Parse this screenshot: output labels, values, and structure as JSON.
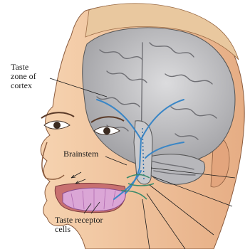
{
  "labels": {
    "taste_zone": [
      "Taste",
      "zone of",
      "cortex"
    ],
    "brainstem": "Brainstem",
    "taste_receptor": [
      "Taste receptor",
      "cells"
    ]
  },
  "colors": {
    "skin": "#f2c8a2",
    "skin_shadow": "#d79b72",
    "brain": "#a8a8ac",
    "brain_light": "#d4d4d6",
    "nerve": "#3a86c6",
    "tongue": "#d8a2d2",
    "hair": "#e6c49c"
  }
}
